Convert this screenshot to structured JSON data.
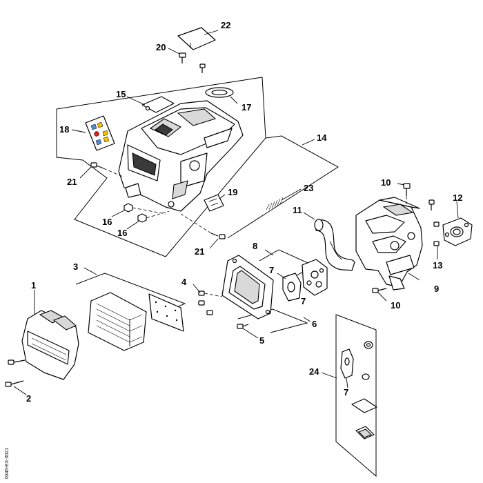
{
  "diagram": {
    "code": "0345-EX-0021",
    "callouts": [
      "1",
      "2",
      "3",
      "4",
      "5",
      "6",
      "7",
      "7",
      "7",
      "8",
      "9",
      "10",
      "10",
      "11",
      "12",
      "13",
      "14",
      "15",
      "16",
      "16",
      "17",
      "18",
      "19",
      "20",
      "21",
      "21",
      "22",
      "23",
      "24"
    ]
  }
}
